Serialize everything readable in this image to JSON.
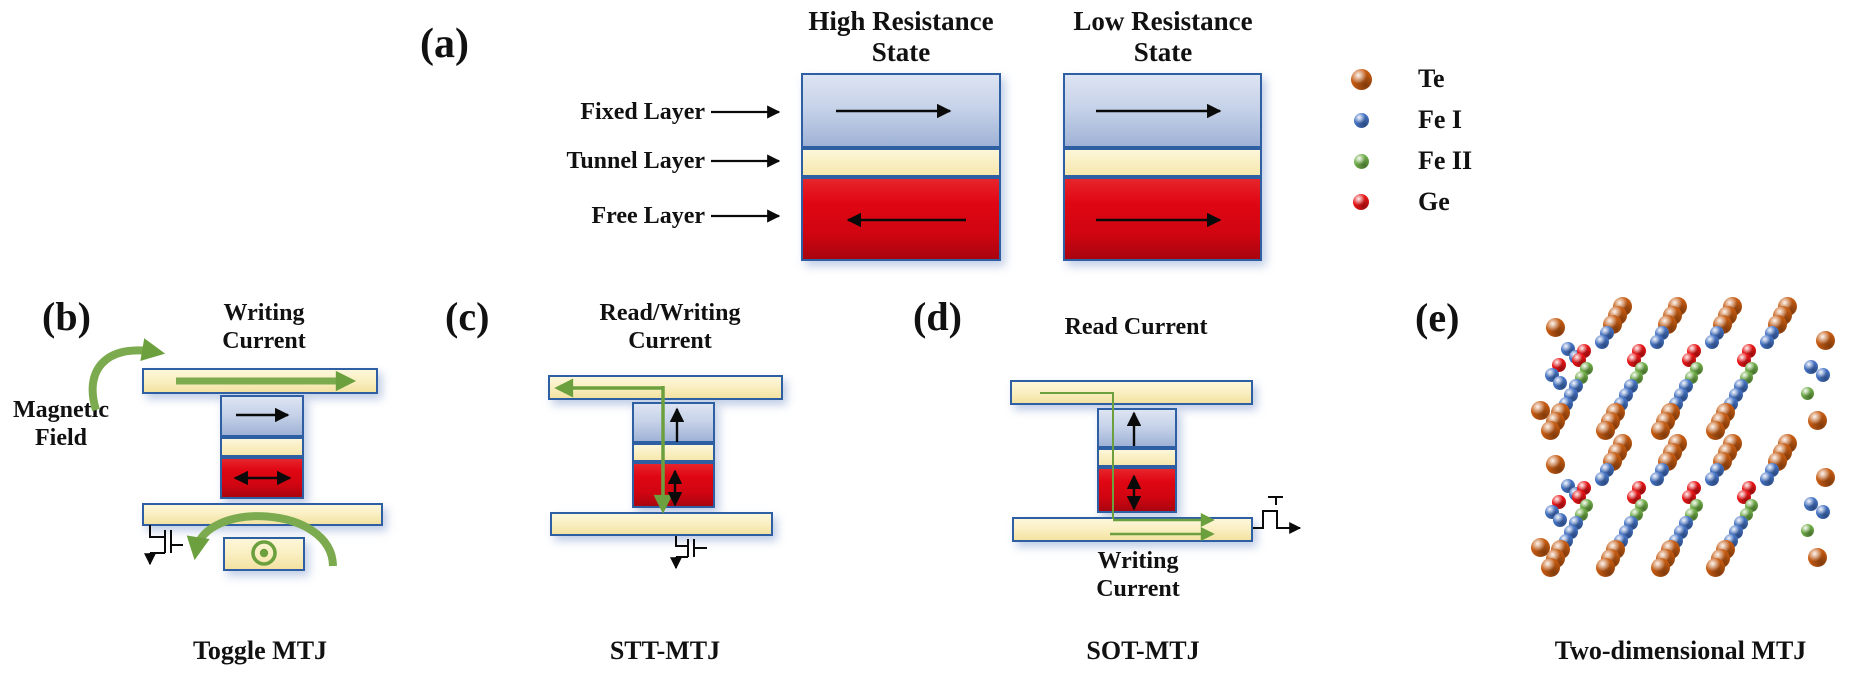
{
  "colors": {
    "layer_border": "#2e5fa3",
    "fixed_layer_blue": "#aebfde",
    "tunnel_layer_cream": "#f8ecba",
    "free_layer_red": "#e00613",
    "current_green": "#6ca03e",
    "ribbon_green": "#7cab4f",
    "atoms": {
      "te": "#c55a11",
      "fe1": "#4472c4",
      "fe2": "#6fad47",
      "ge": "#e81416"
    }
  },
  "panel_a": {
    "label": "(a)",
    "high_state_heading": "High Resistance State",
    "low_state_heading": "Low Resistance State",
    "layer_labels": {
      "fixed": "Fixed Layer",
      "tunnel": "Tunnel Layer",
      "free": "Free Layer"
    }
  },
  "legend": {
    "items": [
      {
        "label": "Te",
        "color_key": "te"
      },
      {
        "label": "Fe I",
        "color_key": "fe1"
      },
      {
        "label": "Fe II",
        "color_key": "fe2"
      },
      {
        "label": "Ge",
        "color_key": "ge"
      }
    ]
  },
  "panel_b": {
    "label": "(b)",
    "writing_current": "Writing Current",
    "magnetic_field": "Magnetic Field",
    "caption": "Toggle MTJ"
  },
  "panel_c": {
    "label": "(c)",
    "current_label": "Read/Writing Current",
    "caption": "STT-MTJ"
  },
  "panel_d": {
    "label": "(d)",
    "read_current": "Read Current",
    "writing_current": "Writing Current",
    "caption": "SOT-MTJ"
  },
  "panel_e": {
    "label": "(e)",
    "caption": "Two-dimensional MTJ",
    "lattice": {
      "chain_sequence_bottom_to_top": [
        "te",
        "te",
        "te",
        "fe1",
        "fe1",
        "fe1",
        "fe2",
        "fe2",
        "ge",
        "ge",
        "fe1",
        "fe1",
        "te",
        "te",
        "te"
      ],
      "chains_per_slab": 4,
      "slab_count": 2
    }
  }
}
